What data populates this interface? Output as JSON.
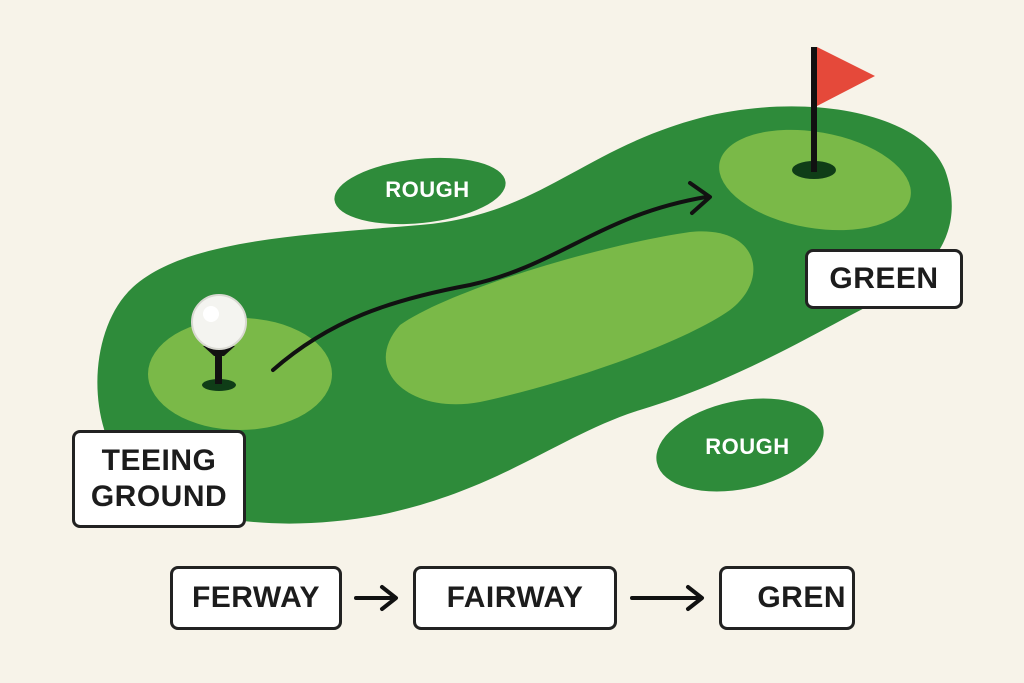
{
  "colors": {
    "background": "#f7f3e9",
    "rough": "#2e8b3a",
    "fairway": "#7ab948",
    "flag": "#e5493a",
    "text": "#1c1c1c"
  },
  "labels": {
    "rough_top": "ROUGH",
    "rough_bottom": "ROUGH",
    "teeing_line1": "TEEING",
    "teeing_line2": "GROUND",
    "green": "GREEN"
  },
  "flow": {
    "steps": [
      "FERWAY",
      "FAIRWAY",
      "GREN"
    ],
    "connector_icon": "right-arrow-icon"
  },
  "icons": {
    "ball": "golf-ball-icon",
    "flag": "flag-icon",
    "shot": "shot-path-arrow-icon"
  }
}
